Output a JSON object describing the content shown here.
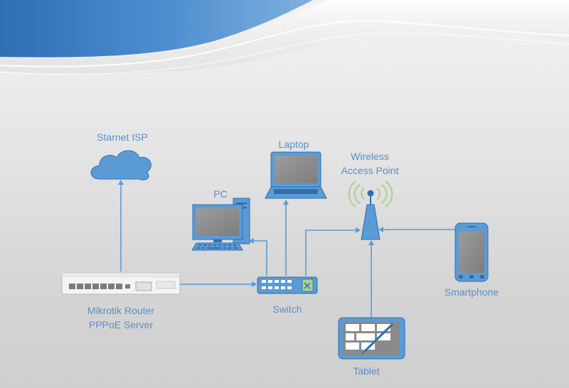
{
  "nodes": {
    "isp": {
      "label": "Starnet ISP"
    },
    "pc": {
      "label": "PC"
    },
    "laptop": {
      "label": "Laptop"
    },
    "wap": {
      "label_line1": "Wireless",
      "label_line2": "Access Point"
    },
    "router": {
      "label_line1": "Mikrotik Router",
      "label_line2": "PPPoE Server"
    },
    "switch": {
      "label": "Switch"
    },
    "smartphone": {
      "label": "Smartphone"
    },
    "tablet": {
      "label": "Tablet"
    }
  },
  "colors": {
    "label": "#5b8fc9",
    "icon_fill": "#5b9bd5",
    "icon_dark": "#2f6fb0",
    "link": "#5b9bd5",
    "header_wave": "#4a86c5",
    "wifi_signal": "#a9d18e"
  }
}
